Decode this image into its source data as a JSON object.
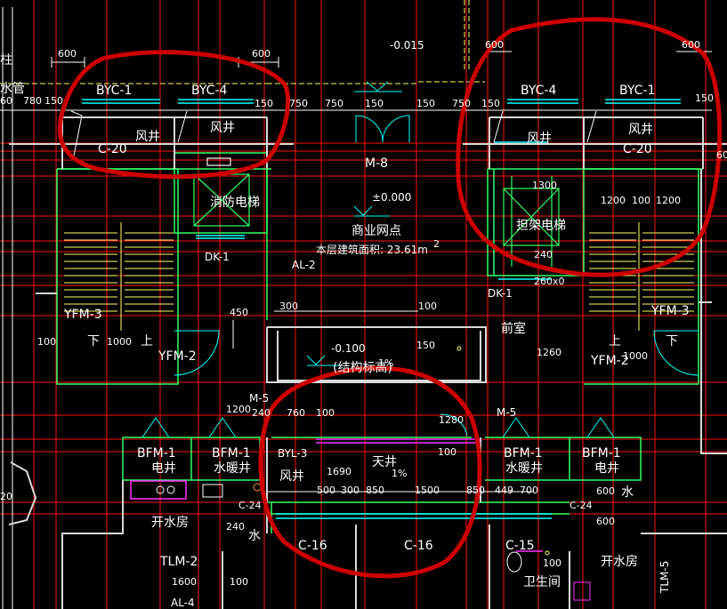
{
  "drawing": {
    "colors": {
      "background": "#000000",
      "grid": "#ff0000",
      "wall": "#d8d8d8",
      "wall_edge": "#33ff66",
      "green": "#33ff66",
      "cyan": "#00ffff",
      "yellow": "#ffff66",
      "magenta": "#ff33ff",
      "markup": "#cc0000",
      "text": "#ffffff"
    },
    "edge_left": {
      "top": "柱",
      "mid": "水管",
      "dims": [
        "60",
        "780",
        "150"
      ],
      "dim_100": "100",
      "dim_20": "20"
    },
    "dims_top": {
      "left_600": "600",
      "mid_600": "600",
      "right_600a": "600",
      "right_600b": "600",
      "left_150": "150",
      "left_750": "750",
      "mid_750": "750",
      "mid_150a": "150",
      "mid_150b": "150",
      "mid_750b": "750",
      "mid_150c": "150",
      "right_150": "150",
      "right_60": "60"
    },
    "windows": {
      "byc_left_1": "BYC-1",
      "byc_left_2": "BYC-4",
      "byc_right_1": "BYC-4",
      "byc_right_2": "BYC-1",
      "c20_left": "C-20",
      "c20_right": "C-20"
    },
    "shafts": {
      "fengjing_1": "风井",
      "fengjing_2": "风井",
      "fengjing_3": "风井",
      "fengjing_4": "风井"
    },
    "center": {
      "elev_top": "-0.015",
      "door_m8": "M-8",
      "elev_000": "±0.000",
      "shop": "商业网点",
      "area": "本层建筑面积: 23.61m",
      "area_sup": "2",
      "dim_100": "100",
      "dim_300": "300",
      "al2": "AL-2",
      "dim_450": "450"
    },
    "elevators": {
      "fire": "消防电梯",
      "stretcher": "担架电梯",
      "dk1_left": "DK-1",
      "dk1_right": "DK-1",
      "dim_1300": "1300",
      "dim_240": "240",
      "dim_260": "260x0"
    },
    "stairs": {
      "left_yfm3": "YFM-3",
      "left_yfm2": "YFM-2",
      "down_l": "下",
      "up_l": "上",
      "dim_1000_l": "1000",
      "right_yfm3": "YFM-3",
      "right_yfm2": "YFM-2",
      "down_r": "下",
      "up_r": "上",
      "dim_1000_r": "1000",
      "dim_1200a": "1200",
      "dim_100c": "100",
      "dim_1200b": "1200",
      "qianshi": "前室",
      "dim_1260": "1260"
    },
    "lower": {
      "elev_0100": "-0.100",
      "struct_note": "(结构标高)",
      "pct_top": "1%",
      "dim_150": "150",
      "m5_left": "M-5",
      "dim_1200": "1200",
      "dim_240": "240",
      "dim_760": "760",
      "dim_100": "100",
      "dim_1280": "1280",
      "m5_right": "M-5",
      "bfm1_a": "BFM-1",
      "bfm1_b": "BFM-1",
      "bfm1_c": "BFM-1",
      "bfm1_d": "BFM-1",
      "dianjing_l": "电井",
      "shuinuan_l": "水暖井",
      "shuinuan_r": "水暖井",
      "dianjing_r": "电井",
      "tianjing": "天井",
      "pct_1": "1%",
      "byl3": "BYL-3",
      "fengjing": "风井",
      "dim_100b": "100",
      "dim_1690": "1690",
      "dims_bottom": [
        "500",
        "300",
        "850",
        "1500",
        "850",
        "449",
        "700"
      ],
      "kaishui_l": "开水房",
      "kaishui_r": "开水房",
      "shui_l": "水",
      "shui_r": "水",
      "c24_l": "C-24",
      "c24_r": "C-24",
      "dim_240b": "240",
      "dim_600": "600",
      "dim_600b": "600",
      "c16_left": "C-16",
      "c16_mid": "C-16",
      "c15": "C-15",
      "tlm2": "TLM-2",
      "dim_1600": "1600",
      "al4": "AL-4",
      "dim_100c": "100",
      "dim_100d": "100",
      "weishengjian": "卫生间",
      "tlm5": "TLM-5"
    }
  }
}
